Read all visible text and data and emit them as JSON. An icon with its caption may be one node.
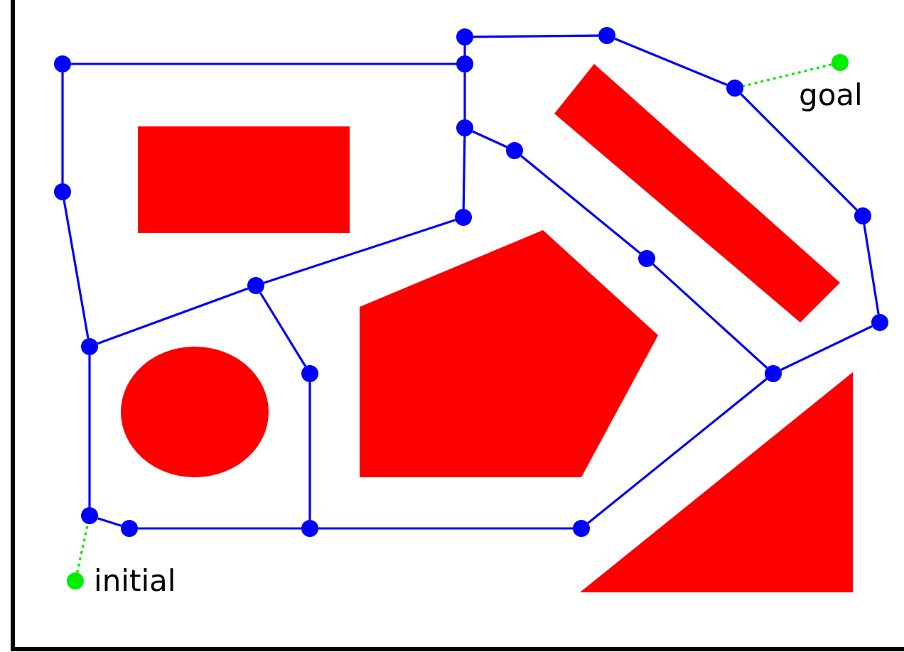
{
  "diagram": {
    "nodes": [
      {
        "text": [],
        "shape": "circle"
      },
      {
        "text": [],
        "shape": "circle"
      },
      {
        "text": [],
        "shape": "circle"
      },
      {
        "text": [],
        "shape": "circle"
      },
      {
        "text": [],
        "shape": "circle",
        "beside": [
          "goal"
        ]
      },
      {
        "text": [],
        "shape": "circle"
      },
      {
        "text": [],
        "shape": "circle"
      },
      {
        "text": [],
        "shape": "circle"
      },
      {
        "text": [],
        "shape": "circle"
      },
      {
        "text": [],
        "shape": "circle"
      },
      {
        "text": [],
        "shape": "circle"
      },
      {
        "text": [],
        "shape": "circle"
      },
      {
        "text": [],
        "shape": "circle"
      },
      {
        "text": [],
        "shape": "circle"
      },
      {
        "text": [],
        "shape": "circle"
      },
      {
        "text": [],
        "shape": "circle"
      },
      {
        "text": [],
        "shape": "circle"
      },
      {
        "text": [],
        "shape": "circle"
      },
      {
        "text": [],
        "shape": "circle"
      },
      {
        "text": [],
        "shape": "circle"
      },
      {
        "text": [],
        "shape": "circle"
      },
      {
        "text": [],
        "shape": "circle",
        "beside": [
          "initial"
        ]
      }
    ],
    "edges": [
      {
        "from": 2,
        "to": 3,
        "arrow": "none"
      },
      {
        "from": 2,
        "to": 8,
        "arrow": "none"
      },
      {
        "from": 8,
        "to": 14,
        "arrow": "none"
      },
      {
        "from": 3,
        "to": 0,
        "arrow": "none"
      },
      {
        "from": 0,
        "to": 1,
        "arrow": "none"
      },
      {
        "from": 1,
        "to": 5,
        "arrow": "none"
      },
      {
        "from": 5,
        "to": 9,
        "arrow": "none"
      },
      {
        "from": 9,
        "to": 13,
        "arrow": "none"
      },
      {
        "from": 13,
        "to": 16,
        "arrow": "none"
      },
      {
        "from": 3,
        "to": 6,
        "arrow": "none"
      },
      {
        "from": 6,
        "to": 10,
        "arrow": "none"
      },
      {
        "from": 6,
        "to": 7,
        "arrow": "none"
      },
      {
        "from": 7,
        "to": 11,
        "arrow": "none"
      },
      {
        "from": 11,
        "to": 16,
        "arrow": "none"
      },
      {
        "from": 10,
        "to": 12,
        "arrow": "none"
      },
      {
        "from": 12,
        "to": 14,
        "arrow": "none"
      },
      {
        "from": 12,
        "to": 15,
        "arrow": "none"
      },
      {
        "from": 15,
        "to": 19,
        "arrow": "none"
      },
      {
        "from": 14,
        "to": 17,
        "arrow": "none"
      },
      {
        "from": 17,
        "to": 18,
        "arrow": "none"
      },
      {
        "from": 18,
        "to": 19,
        "arrow": "none"
      },
      {
        "from": 19,
        "to": 20,
        "arrow": "none"
      },
      {
        "from": 20,
        "to": 16,
        "arrow": "none"
      },
      {
        "from": 4,
        "to": 5,
        "arrow": "none",
        "style": "dashed",
        "color": "#00ee00"
      },
      {
        "from": 21,
        "to": 17,
        "arrow": "none",
        "style": "dashed",
        "color": "#00ee00"
      }
    ]
  }
}
